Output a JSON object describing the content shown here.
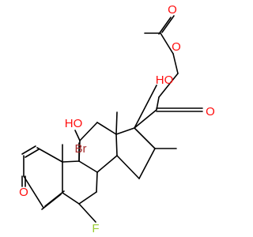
{
  "colors": {
    "bond": "#000000",
    "carbon_label": "#000000",
    "oxygen": "#ff0d0d",
    "bromine": "#a62929",
    "fluorine": "#9acd32"
  },
  "atom_labels": {
    "ketone_o3": "O",
    "oh_c11": "HO",
    "br": "Br",
    "f": "F",
    "oh_c17": "HO",
    "ketone_o20": "O",
    "ester_o": "O",
    "acetyl_o": "O"
  }
}
